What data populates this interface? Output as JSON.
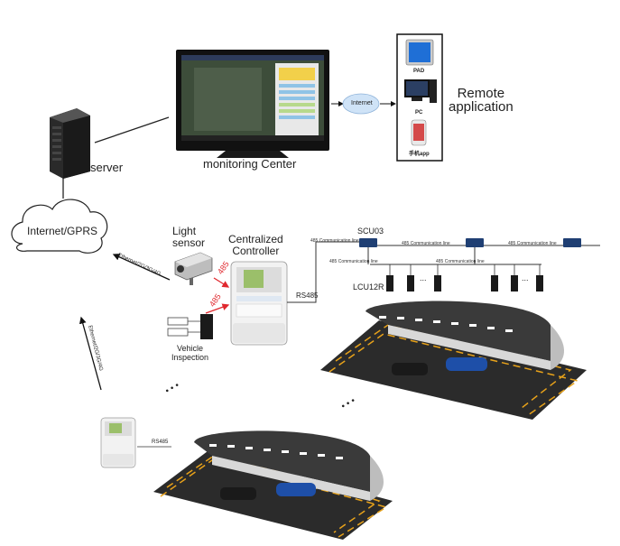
{
  "labels": {
    "server": "server",
    "monitoring_center": "monitoring Center",
    "internet_badge": "Internet",
    "pad": "PAD",
    "pc": "PC",
    "app": "手机app",
    "remote_application": "Remote\napplication",
    "internet_gprs": "Internet/GPRS",
    "ethernet_top": "Ethernet/2G/3G/4G",
    "ethernet_left": "Ethernet/2G/3G/4G",
    "light_sensor": "Light\nsensor",
    "centralized_controller": "Centralized\nController",
    "vehicle_inspection": "Vehicle\nInspection",
    "bus_485_a": "485",
    "bus_485_b": "485",
    "rs485_main": "RS485",
    "rs485_small": "RS485",
    "scu03": "SCU03",
    "lcu12r": "LCU12R",
    "comm_lines": [
      "485 Communication line",
      "485 Communication line",
      "485 Communication line",
      "485 Communication line",
      "485 Communication line"
    ],
    "ellipsis_a": "• • •",
    "ellipsis_b": "• • •",
    "dots_left": "...",
    "dots_right": "..."
  },
  "colors": {
    "tunnel_roof": "#3a3a3a",
    "tunnel_wall": "#d8d8d8",
    "road": "#2b2b2b",
    "lane_yellow": "#e8a21a",
    "car_blue": "#1e4fa8",
    "car_dark": "#1a1a1a",
    "screen_blue": "#1b3a6b",
    "arrow_red": "#e0282e"
  },
  "icons": [
    "server-icon",
    "monitor-icon",
    "internet-cloud-icon",
    "tablet-icon",
    "pc-icon",
    "phone-icon",
    "cloud-icon",
    "light-sensor-icon",
    "controller-icon",
    "vehicle-detector-icon",
    "scu-icon",
    "lcu-icon",
    "tunnel-icon",
    "car-icon"
  ]
}
